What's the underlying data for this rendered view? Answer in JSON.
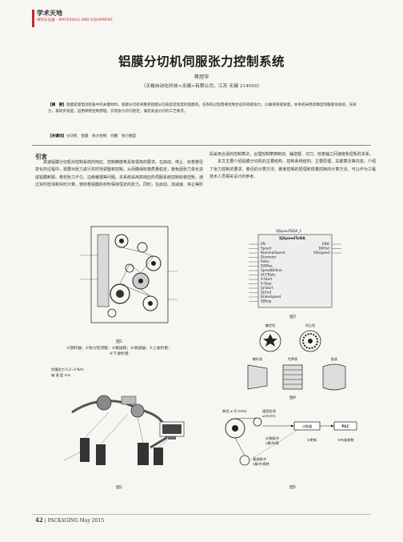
{
  "header": {
    "section": "学术天地",
    "subtitle": "材料与设备 · MATERIALS AND EQUIPMENT"
  },
  "article": {
    "title": "铝膜分切机伺服张力控制系统",
    "author": "蒋冠华",
    "affiliation": "（沃格自动化科技<无锡>有限公司，江苏 无锡 214000）",
    "abstract_label": "【摘　要】",
    "abstract": "铝膜是锂电池装备中的关键材料。铝膜分切机将整卷铝膜分切成指定宽度的铝膜卷。在卷取过程需要控制合适的卷取张力，以确保卷取质量。本系统采用高精度伺服驱动系统，先张力，再同步速度，运用转矩控制原理，实现张力均匀稳定，满足高速分切的工艺要求。",
    "keywords_label": "【关键词】",
    "keywords": "分切机　铝膜　张力控制　伺服　张力锥度"
  },
  "intro": {
    "heading": "引言",
    "left_text": "高速铝膜分切机对控制系统的响应、控制精度等具有很高的要求。在启动、停止、收卷卷径变化的过程中，需要对张力进行实时地调整和控制，从而确保收卷质量稳定，避免因张力变化造成铝膜断裂、卷材张力不匀、边缘皱褶等问题。本系统采用高响应的伺服系统控制收卷扭矩，通过实时检测和实时计算，使收卷铝膜的材料保持恒定的张力。同时，在启动、加减速、停止等阶",
    "right_p1": "段采用合适的控制算法，合理控制摩擦制动、辅送辊、切刀、收卷轴之间速度和扭矩的关系。",
    "right_p2": "本文主要介绍铝膜分切机的主要结构、控制系统结构、主要原理、关键算法等内容，介绍了张力控制的要求、卷径的计算方法、锥度控制的原理和惯量控制的计算方法，可以作为工程技术人员相关设计的参考。"
  },
  "figures": {
    "fig1": {
      "caption": "图1",
      "legend_line1": "①放料轴；②张力检测辊；③输送辊；④滑送轴；⑤上收料卷；",
      "legend_line2": "⑥下收料卷"
    },
    "fig2": {
      "caption": "图2",
      "labels": [
        "铝膜张力 0.2~4 N/m",
        "轴 速 度 m/s"
      ]
    },
    "fig3": {
      "caption": "图3",
      "block_instance": "SJSpeedToDA_1",
      "block_name": "SJSpeedToDA",
      "inputs": [
        "EN",
        "Speed",
        "NominalSpeed",
        "Diameter",
        "Ratio",
        "DAMax",
        "SpeedBefore",
        "ACCRate",
        "X-Start",
        "X-Stop",
        "SJ-Start",
        "SJ-End",
        "BrakeSpeed",
        "SJStop"
      ],
      "outputs": [
        "ENO",
        "DAOut",
        "SStopped"
      ]
    },
    "fig4": {
      "caption": "图4",
      "labels": [
        "偏芯状",
        "凹凸状",
        "喇叭状",
        "竹笋状",
        "鼓状"
      ]
    },
    "fig5": {
      "caption": "图5",
      "labels": [
        "卷径 ≠ D (mm)",
        "速度检测",
        "ω(m/m)",
        "计数器",
        "PLC",
        "计数脉冲",
        "n脉冲/周",
        "②更新",
        "③内部参数",
        "基准脉冲",
        "n脉冲/周转"
      ]
    }
  },
  "footer": {
    "page": "42",
    "journal": "PACKAGING",
    "date": "May 2015"
  },
  "colors": {
    "accent": "#c8262c",
    "text": "#2a2a2a",
    "background": "#f7f6f2"
  }
}
